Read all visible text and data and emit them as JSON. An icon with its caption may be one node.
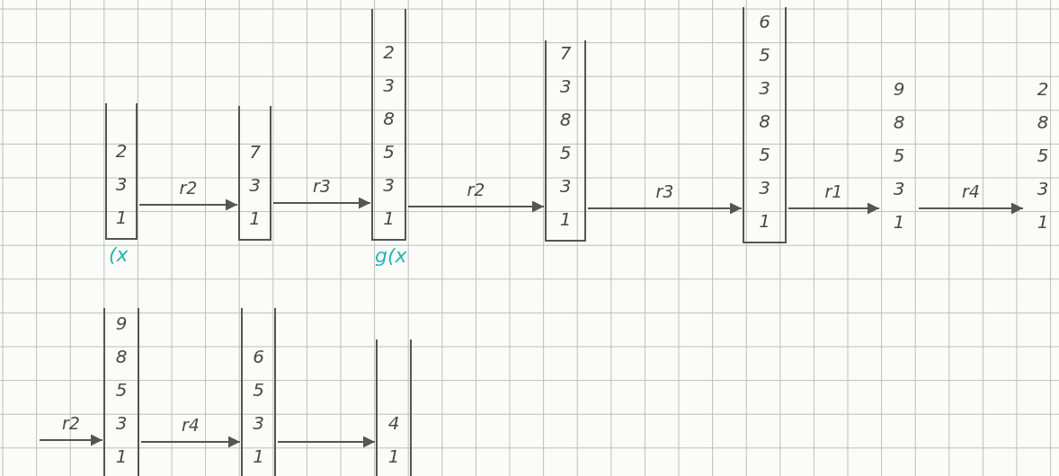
{
  "diagram": {
    "nodes": [
      {
        "text": [
          "2",
          "3",
          "1"
        ],
        "beside": [
          "(x"
        ]
      },
      {
        "text": [
          "7",
          "3",
          "1"
        ]
      },
      {
        "text": [
          "2",
          "3",
          "8",
          "5",
          "3",
          "1"
        ],
        "beside": [
          "g(x"
        ]
      },
      {
        "text": [
          "7",
          "3",
          "8",
          "5",
          "3",
          "1"
        ]
      },
      {
        "text": [
          "6",
          "5",
          "3",
          "8",
          "5",
          "3",
          "1"
        ]
      },
      {
        "text": [
          "9",
          "8",
          "5",
          "3",
          "1"
        ]
      },
      {
        "text": [
          "2",
          "8",
          "5",
          "3",
          "1"
        ]
      },
      {
        "text": [
          "9",
          "8",
          "5",
          "3",
          "1"
        ]
      },
      {
        "text": [
          "6",
          "5",
          "3",
          "1"
        ]
      },
      {
        "text": [
          "4",
          "1"
        ]
      }
    ],
    "edges": [
      {
        "from": 0,
        "to": 1,
        "arrow": "to",
        "label": "r2"
      },
      {
        "from": 1,
        "to": 2,
        "arrow": "to",
        "label": "r3"
      },
      {
        "from": 2,
        "to": 3,
        "arrow": "to",
        "label": "r2"
      },
      {
        "from": 3,
        "to": 4,
        "arrow": "to",
        "label": "r3"
      },
      {
        "from": 4,
        "to": 5,
        "arrow": "to",
        "label": "r1"
      },
      {
        "from": 5,
        "to": 6,
        "arrow": "to",
        "label": "r4"
      },
      {
        "from": null,
        "to": 7,
        "arrow": "to",
        "label": "r2"
      },
      {
        "from": 7,
        "to": 8,
        "arrow": "to",
        "label": "r4"
      },
      {
        "from": 8,
        "to": 9,
        "arrow": "to"
      }
    ]
  }
}
